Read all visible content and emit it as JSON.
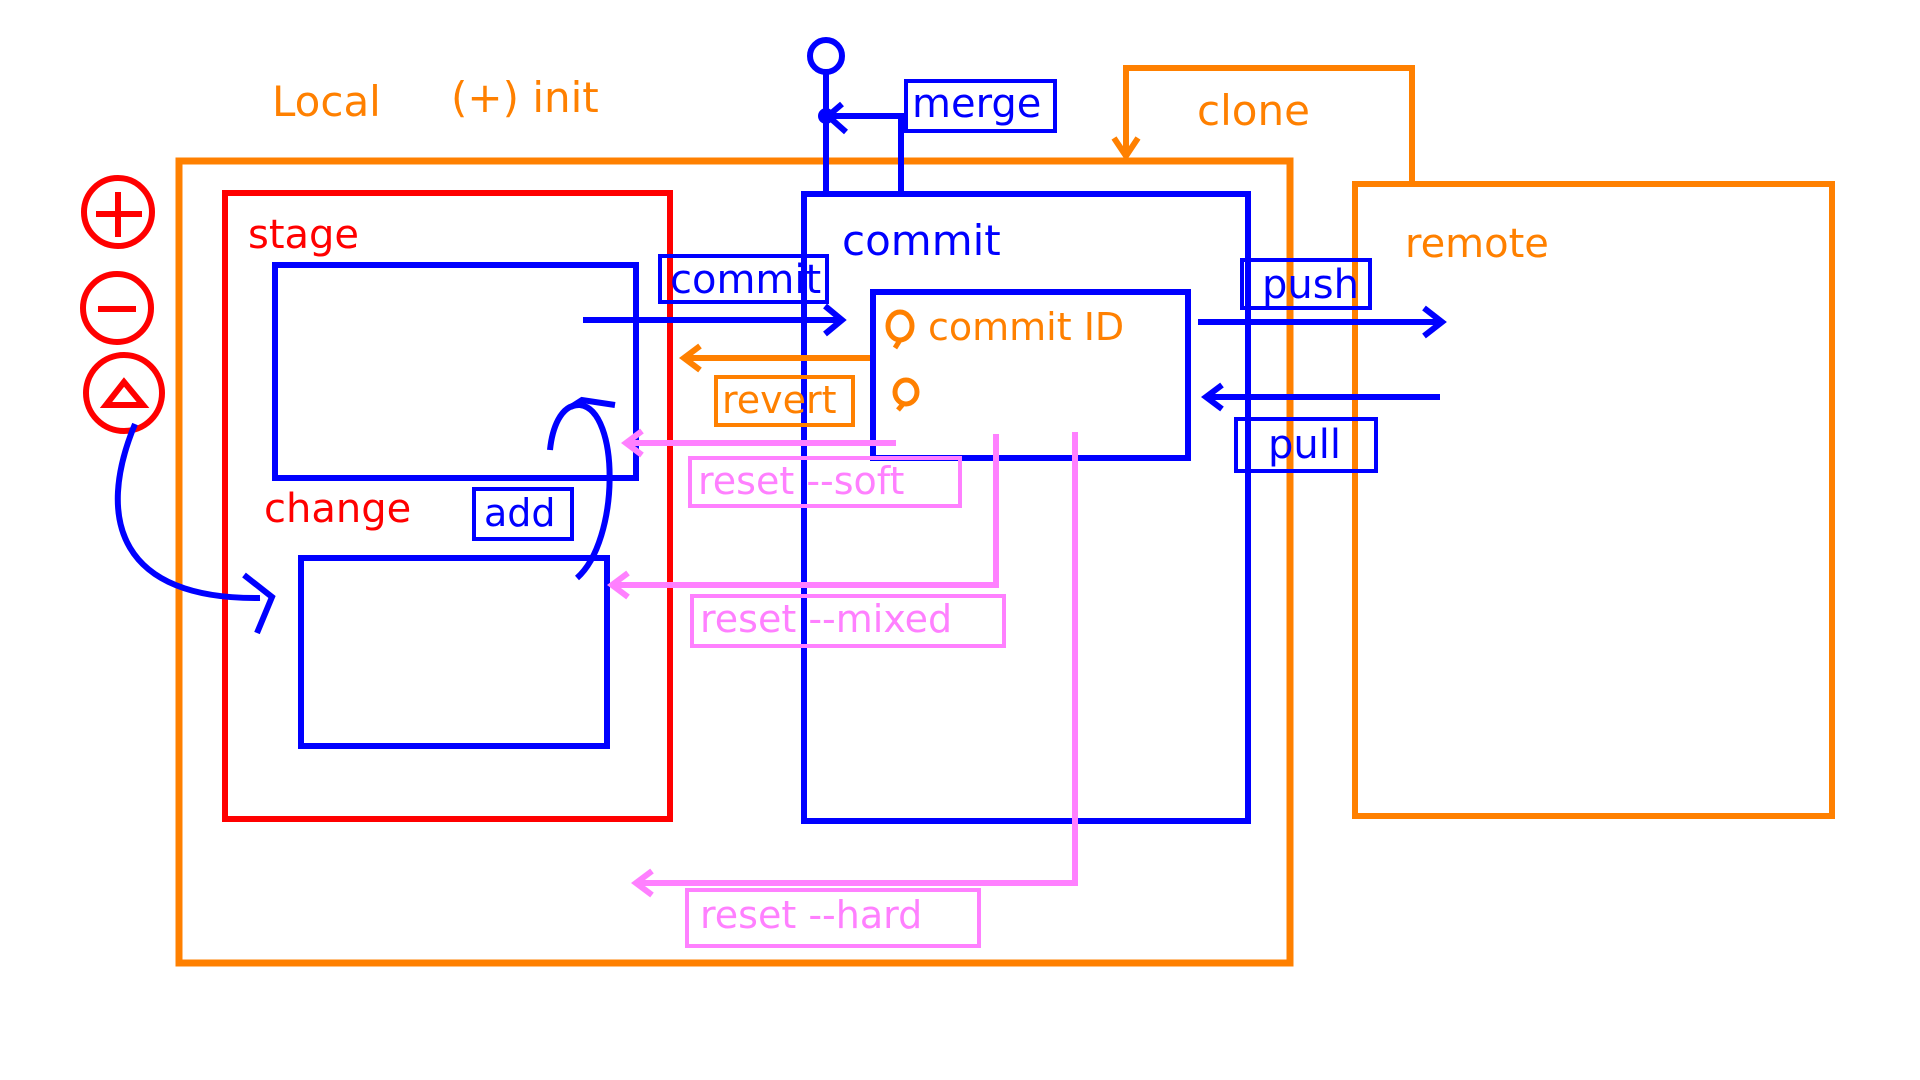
{
  "colors": {
    "orange": "#ff8000",
    "red": "#ff0000",
    "blue": "#0000ff",
    "pink": "#ff80ff",
    "background": "#ffffff"
  },
  "labels": {
    "local": "Local",
    "init": "(+) init",
    "clone": "clone",
    "merge": "merge",
    "remote": "remote",
    "stage": "stage",
    "change": "change",
    "add": "add",
    "commit_area": "commit",
    "commit_action": "commit",
    "commit_id": "commit ID",
    "revert": "revert",
    "push": "push",
    "pull": "pull",
    "reset_soft": "reset --soft",
    "reset_mixed": "reset --mixed",
    "reset_hard": "reset --hard"
  },
  "icons": [
    "plus-circle-icon",
    "minus-circle-icon",
    "triangle-circle-icon"
  ]
}
